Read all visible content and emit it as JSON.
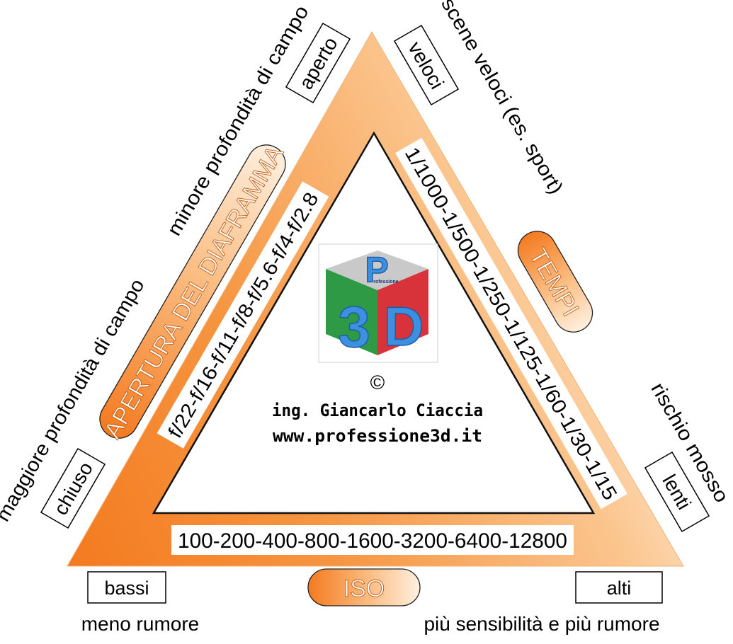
{
  "triangle": {
    "colors": {
      "orange": "#f47a1f",
      "light": "#fce3c8",
      "border": "#000000"
    }
  },
  "pills": {
    "aperture": "APERTURA  DEL  DIAFRAMMA",
    "times": "TEMPI",
    "iso": "ISO"
  },
  "scales": {
    "aperture": "f/22-f/16-f/11-f/8-f/5.6-f/4-f/2.8",
    "times": "1/1000-1/500-1/250-1/125-1/60-1/30-1/15",
    "iso": "100-200-400-800-1600-3200-6400-12800"
  },
  "boxes": {
    "aperto": "aperto",
    "chiuso": "chiuso",
    "veloci": "veloci",
    "lenti": "lenti",
    "bassi": "bassi",
    "alti": "alti"
  },
  "notes": {
    "minore": "minore profondità di campo",
    "maggiore": "maggiore profondità di campo",
    "scene": "scene veloci (es. sport)",
    "rischio": "rischio mosso",
    "meno_rumore": "meno rumore",
    "piu": "più sensibilità e più rumore"
  },
  "center": {
    "logo_small": "rofessione",
    "logo_p": "P",
    "logo_3": "3",
    "logo_d": "D",
    "copyright": "©",
    "author": "ing. Giancarlo Ciaccia",
    "website": "www.professione3d.it"
  }
}
